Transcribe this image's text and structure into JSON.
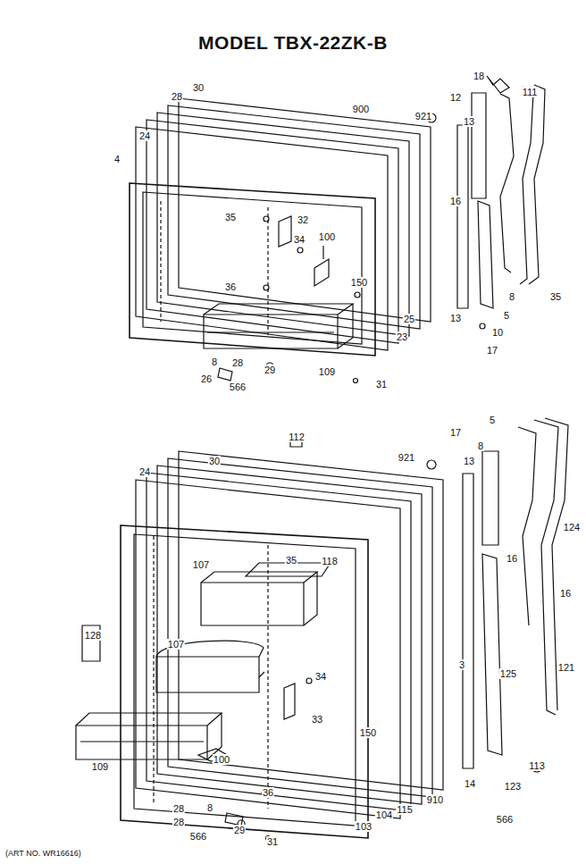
{
  "diagram": {
    "title": "MODEL TBX-22ZK-B",
    "caption": "(ART NO. WR16616)",
    "labels": [
      "28",
      "30",
      "900",
      "921",
      "18",
      "12",
      "111",
      "13",
      "24",
      "4",
      "35",
      "32",
      "34",
      "100",
      "16",
      "150",
      "36",
      "8",
      "35",
      "5",
      "13",
      "10",
      "17",
      "25",
      "23",
      "109",
      "28",
      "8",
      "26",
      "566",
      "29",
      "31",
      "30",
      "112",
      "17",
      "5",
      "921",
      "8",
      "13",
      "24",
      "107",
      "35",
      "118",
      "124",
      "16",
      "128",
      "16",
      "107",
      "3",
      "34",
      "33",
      "125",
      "121",
      "150",
      "100",
      "109",
      "36",
      "113",
      "14",
      "910",
      "123",
      "28",
      "8",
      "115",
      "104",
      "103",
      "566",
      "28",
      "566",
      "29",
      "31"
    ]
  }
}
